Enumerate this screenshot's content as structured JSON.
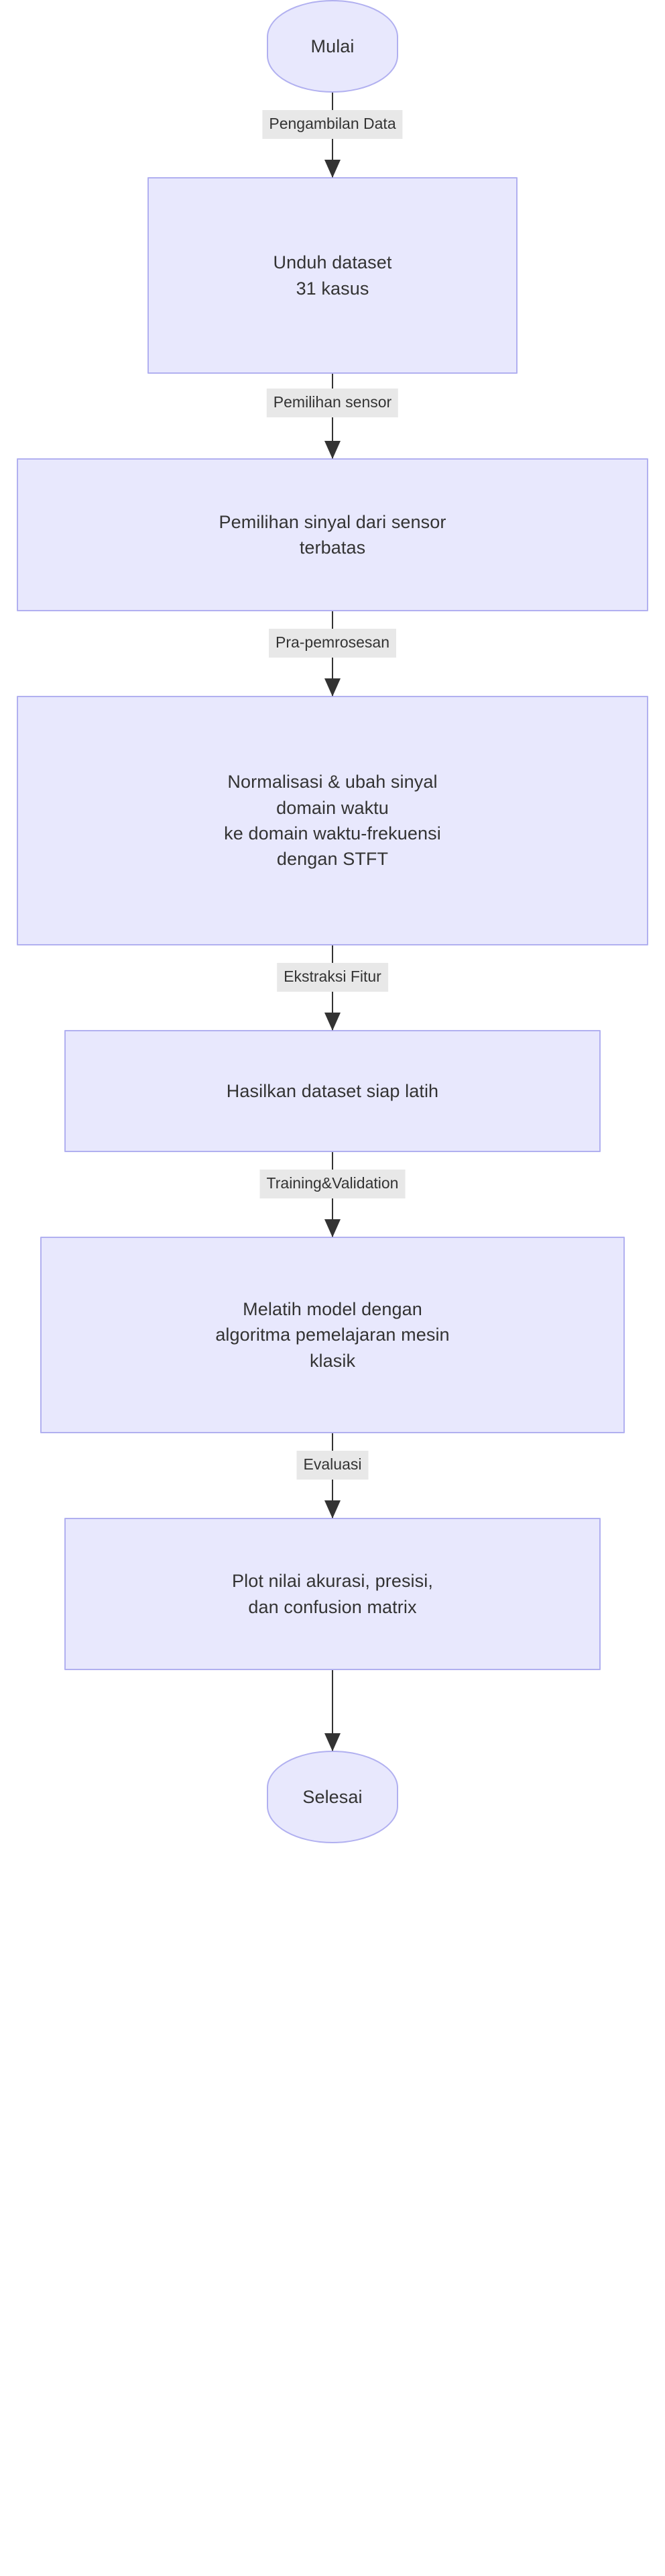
{
  "diagram": {
    "title": "Flowchart metodologi penelitian",
    "orientation": "top-to-bottom",
    "colors": {
      "node_fill": "#e8e8fd",
      "node_border": "#b1b0f0",
      "edge_label_bg": "#e8e8e8",
      "text": "#333333",
      "arrow": "#333333",
      "background": "#ffffff"
    },
    "nodes": [
      {
        "id": "start",
        "shape": "stadium",
        "label": "Mulai"
      },
      {
        "id": "unduh",
        "shape": "rectangle",
        "label": "Unduh dataset\n31 kasus"
      },
      {
        "id": "pemilihan",
        "shape": "rectangle",
        "label": "Pemilihan sinyal dari sensor\nterbatas"
      },
      {
        "id": "normalisasi",
        "shape": "rectangle",
        "label": "Normalisasi & ubah sinyal\ndomain waktu\nke domain waktu-frekuensi\ndengan STFT"
      },
      {
        "id": "hasilkan",
        "shape": "rectangle",
        "label": "Hasilkan dataset siap latih"
      },
      {
        "id": "melatih",
        "shape": "rectangle",
        "label": "Melatih model dengan\nalgoritma pemelajaran mesin\nklasik"
      },
      {
        "id": "plot",
        "shape": "rectangle",
        "label": "Plot nilai akurasi, presisi,\ndan confusion matrix"
      },
      {
        "id": "end",
        "shape": "stadium",
        "label": "Selesai"
      }
    ],
    "edges": [
      {
        "from": "start",
        "to": "unduh",
        "label": "Pengambilan Data"
      },
      {
        "from": "unduh",
        "to": "pemilihan",
        "label": "Pemilihan sensor"
      },
      {
        "from": "pemilihan",
        "to": "normalisasi",
        "label": "Pra-pemrosesan"
      },
      {
        "from": "normalisasi",
        "to": "hasilkan",
        "label": "Ekstraksi Fitur"
      },
      {
        "from": "hasilkan",
        "to": "melatih",
        "label": "Training&Validation"
      },
      {
        "from": "melatih",
        "to": "plot",
        "label": "Evaluasi"
      },
      {
        "from": "plot",
        "to": "end",
        "label": ""
      }
    ]
  }
}
